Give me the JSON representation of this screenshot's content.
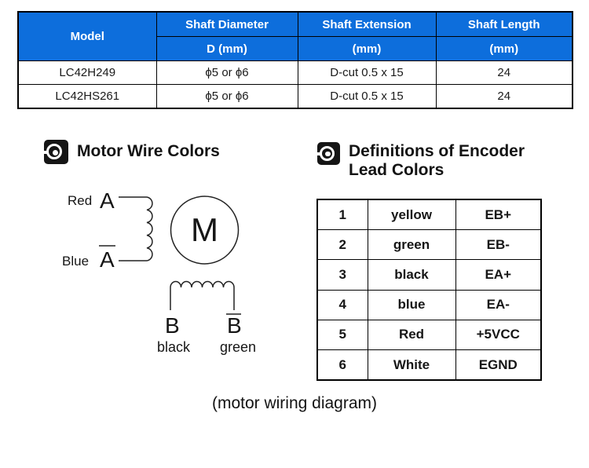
{
  "spec_table": {
    "header_bg": "#0d6edc",
    "header": {
      "model": "Model",
      "columns": [
        {
          "line1": "Shaft Diameter",
          "line2": "D (mm)"
        },
        {
          "line1": "Shaft Extension",
          "line2": "(mm)"
        },
        {
          "line1": "Shaft Length",
          "line2": "(mm)"
        }
      ]
    },
    "rows": [
      {
        "model": "LC42H249",
        "shaft_diameter": "ϕ5 or ϕ6",
        "shaft_extension": "D-cut 0.5 x 15",
        "shaft_length": "24"
      },
      {
        "model": "LC42HS261",
        "shaft_diameter": "ϕ5 or ϕ6",
        "shaft_extension": "D-cut 0.5 x 15",
        "shaft_length": "24"
      }
    ]
  },
  "sections": {
    "motor_wire_colors": {
      "title": "Motor Wire Colors",
      "icon": "target-icon"
    },
    "encoder_lead_colors": {
      "title_line1": "Definitions of Encoder",
      "title_line2": "Lead Colors",
      "icon": "target-icon"
    }
  },
  "wiring_diagram": {
    "phase_a_color": "Red",
    "phase_a_label": "A",
    "phase_a_bar_color": "Blue",
    "phase_a_bar_label": "A",
    "motor_label": "M",
    "phase_b_label": "B",
    "phase_b_bar_label": "B",
    "phase_b_color": "black",
    "phase_b_bar_wire_color": "green",
    "caption": "(motor wiring diagram)"
  },
  "encoder_table": {
    "rows": [
      {
        "pin": "1",
        "color": "yellow",
        "signal": "EB+"
      },
      {
        "pin": "2",
        "color": "green",
        "signal": "EB-"
      },
      {
        "pin": "3",
        "color": "black",
        "signal": "EA+"
      },
      {
        "pin": "4",
        "color": "blue",
        "signal": "EA-"
      },
      {
        "pin": "5",
        "color": "Red",
        "signal": "+5VCC"
      },
      {
        "pin": "6",
        "color": "White",
        "signal": "EGND"
      }
    ]
  }
}
